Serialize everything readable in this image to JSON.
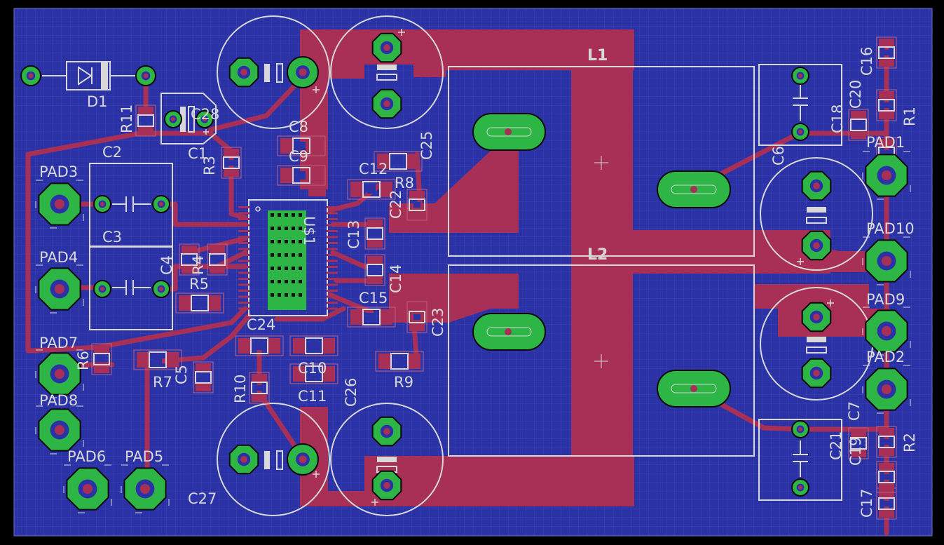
{
  "board": {
    "colors": {
      "background": "#000000",
      "board_fill": "#2a32a6",
      "grid": "#4a52bc",
      "copper": "#a83057",
      "pad_green": "#2db545",
      "pad_outline": "#0a0a0a",
      "silkscreen": "#d8d8d8",
      "via_blue": "#2a32a6"
    },
    "labels": {
      "d1": "D1",
      "r11": "R11",
      "c28": "C28",
      "c2": "C2",
      "c1": "C1",
      "r3": "R3",
      "c8": "C8",
      "c9": "C9",
      "c25": "C25",
      "c12": "C12",
      "r8": "R8",
      "c22": "C22",
      "pad3": "PAD3",
      "c3": "C3",
      "pad4": "PAD4",
      "c4": "C4",
      "r4": "R4",
      "r5": "R5",
      "u$1": "U$1",
      "c13": "C13",
      "c14": "C14",
      "c15": "C15",
      "c23": "C23",
      "c24": "C24",
      "c10": "C10",
      "c11": "C11",
      "c26": "C26",
      "r9": "R9",
      "pad7": "PAD7",
      "r6": "R6",
      "r7": "R7",
      "c5": "C5",
      "r10": "R10",
      "pad8": "PAD8",
      "pad6": "PAD6",
      "pad5": "PAD5",
      "c27": "C27",
      "l1": "L1",
      "l2": "L2",
      "c16": "C16",
      "c20": "C20",
      "r1": "R1",
      "c18": "C18",
      "pad1": "PAD1",
      "c6": "C6",
      "pad10": "PAD10",
      "pad9": "PAD9",
      "pad2": "PAD2",
      "c7": "C7",
      "c21": "C21",
      "c19": "C19",
      "r2": "R2",
      "c17": "C17"
    }
  }
}
